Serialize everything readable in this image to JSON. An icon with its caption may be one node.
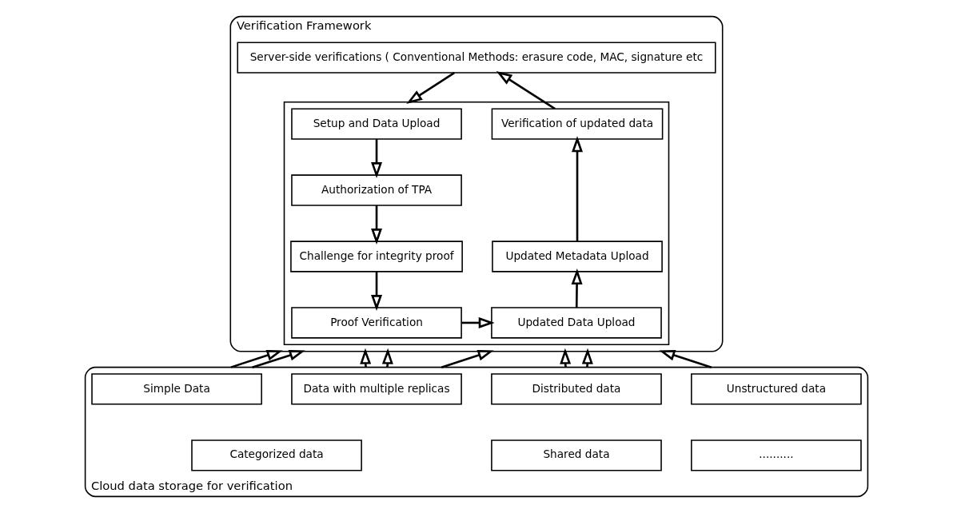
{
  "diagram": {
    "nodes": [
      {
        "text": [
          "Verification Framework"
        ]
      },
      {
        "text": [
          "Server-side verifications ( Conventional Methods: erasure code, MAC, signature etc"
        ],
        "in": 0
      },
      {
        "text": [],
        "shape": "box",
        "in": 0
      },
      {
        "text": [
          "Setup and Data Upload"
        ],
        "in": 2
      },
      {
        "text": [
          "Authorization of TPA"
        ],
        "in": 2
      },
      {
        "text": [
          "Challenge for integrity proof"
        ],
        "in": 2
      },
      {
        "text": [
          "Proof Verification"
        ],
        "in": 2
      },
      {
        "text": [
          "Verification of updated data"
        ],
        "in": 2
      },
      {
        "text": [
          "Updated Metadata Upload"
        ],
        "in": 2
      },
      {
        "text": [
          "Updated Data Upload"
        ],
        "in": 2
      },
      {
        "text": [
          "Cloud data storage for verification"
        ]
      },
      {
        "text": [
          "Simple Data"
        ],
        "in": 10
      },
      {
        "text": [
          "Data with multiple replicas"
        ],
        "in": 10
      },
      {
        "text": [
          "Distributed data"
        ],
        "in": 10
      },
      {
        "text": [
          "Unstructured data"
        ],
        "in": 10
      },
      {
        "text": [
          "Categorized data"
        ],
        "in": 10
      },
      {
        "text": [
          "Shared data"
        ],
        "in": 10
      },
      {
        "text": [
          ".........."
        ],
        "in": 10
      }
    ],
    "edges": [
      {
        "from": 1,
        "to": 2,
        "arrow": "to"
      },
      {
        "from": 3,
        "to": 4,
        "arrow": "to"
      },
      {
        "from": 4,
        "to": 5,
        "arrow": "to"
      },
      {
        "from": 5,
        "to": 6,
        "arrow": "to"
      },
      {
        "from": 6,
        "to": 9,
        "arrow": "to"
      },
      {
        "from": 9,
        "to": 8,
        "arrow": "to"
      },
      {
        "from": 8,
        "to": 7,
        "arrow": "to"
      },
      {
        "from": 7,
        "to": 1,
        "arrow": "to"
      },
      {
        "from": 10,
        "to": 0,
        "arrow": "to"
      },
      {
        "from": 10,
        "to": 0,
        "arrow": "to"
      },
      {
        "from": 10,
        "to": 0,
        "arrow": "to"
      },
      {
        "from": 10,
        "to": 0,
        "arrow": "to"
      },
      {
        "from": 10,
        "to": 0,
        "arrow": "to"
      },
      {
        "from": 10,
        "to": 0,
        "arrow": "to"
      },
      {
        "from": 10,
        "to": 0,
        "arrow": "to"
      },
      {
        "from": 10,
        "to": 0,
        "arrow": "to"
      }
    ]
  }
}
